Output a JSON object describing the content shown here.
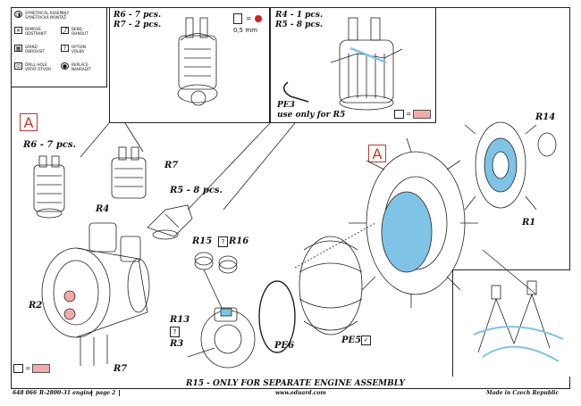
{
  "legend": {
    "items": [
      {
        "icon": "symmetrical-icon",
        "text": "SYMETRICAL ASSEMBLY\nSYMETRICKÁ MONTÁŽ"
      },
      {
        "icon": "remove-icon",
        "text": "REMOVE\nODSTRANIT"
      },
      {
        "icon": "bend-icon",
        "text": "BEND\nOHNOUT"
      },
      {
        "icon": "grind-icon",
        "text": "GRIND\nOBROUSIT"
      },
      {
        "icon": "option-icon",
        "text": "OPTION\nVOLBA"
      },
      {
        "icon": "drill-icon",
        "text": "DRILL HOLE\nVRTAT OTVOR"
      },
      {
        "icon": "replace-icon",
        "text": "REPLACE\nNAHRADIT"
      }
    ]
  },
  "inset1": {
    "line1": "R6 - 7 pcs.",
    "line2": "R7 - 2 pcs.",
    "drill_size": "0,5 mm"
  },
  "inset2": {
    "line1": "R4 - 1 pcs.",
    "line2": "R5 - 8 pcs.",
    "pe_label": "PE3",
    "pe_note": "use only for R5"
  },
  "section_marks": {
    "left": "A",
    "right": "A"
  },
  "labels": {
    "r6": "R6 - 7 pcs.",
    "r7_top": "R7",
    "r4": "R4",
    "r5": "R5 - 8 pcs.",
    "r2": "R2",
    "r7_bottom": "R7",
    "r15": "R15",
    "r16": "R16",
    "r13": "R13",
    "r3": "R3",
    "pe6": "PE6",
    "pe5": "PE5",
    "r14": "R14",
    "r1": "R1",
    "q1": "?",
    "q2": "?"
  },
  "caption": "R15 - ONLY FOR SEPARATE ENGINE ASSEMBLY",
  "footer": {
    "code": "648 066",
    "product": "R-2800-31 engine",
    "page": "page 2",
    "site": "www.eduard.com",
    "made": "Made in Czech Republic"
  },
  "colors": {
    "accent_red": "#c0392b",
    "paint_pink": "#f4a9ab",
    "highlight_blue": "#7fc3e6"
  }
}
